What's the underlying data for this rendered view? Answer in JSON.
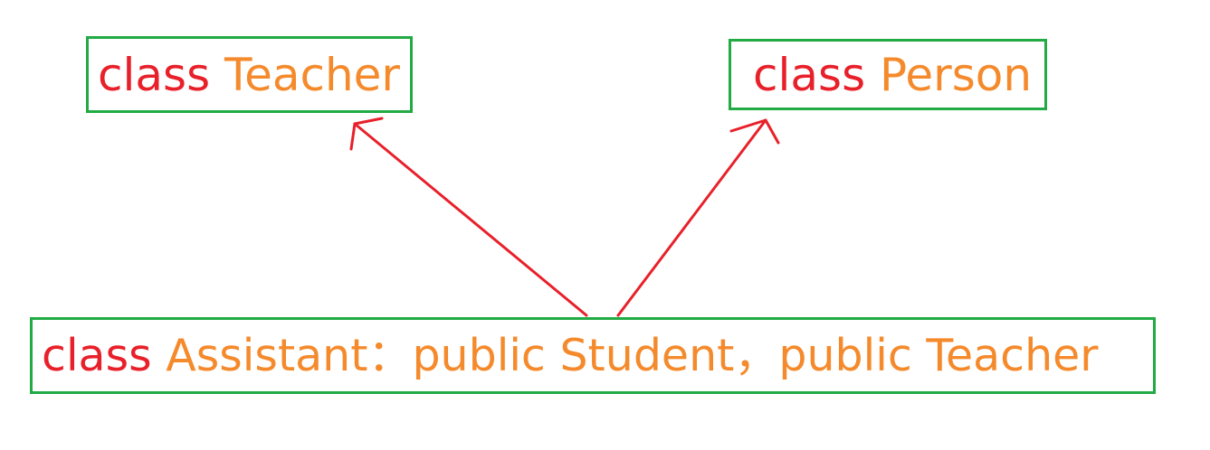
{
  "boxes": {
    "teacher": {
      "keyword": "class",
      "name": "Teacher"
    },
    "person": {
      "keyword": "class",
      "name": "Person"
    },
    "assistant": {
      "keyword": "class",
      "declaration": "Assistant：public Student，public Teacher"
    }
  },
  "colors": {
    "keyword": "#e8202a",
    "name": "#f58a2c",
    "box_border": "#22aa44",
    "arrow": "#e8202a"
  },
  "edges": [
    {
      "from": "assistant",
      "to": "teacher"
    },
    {
      "from": "assistant",
      "to": "person"
    }
  ]
}
